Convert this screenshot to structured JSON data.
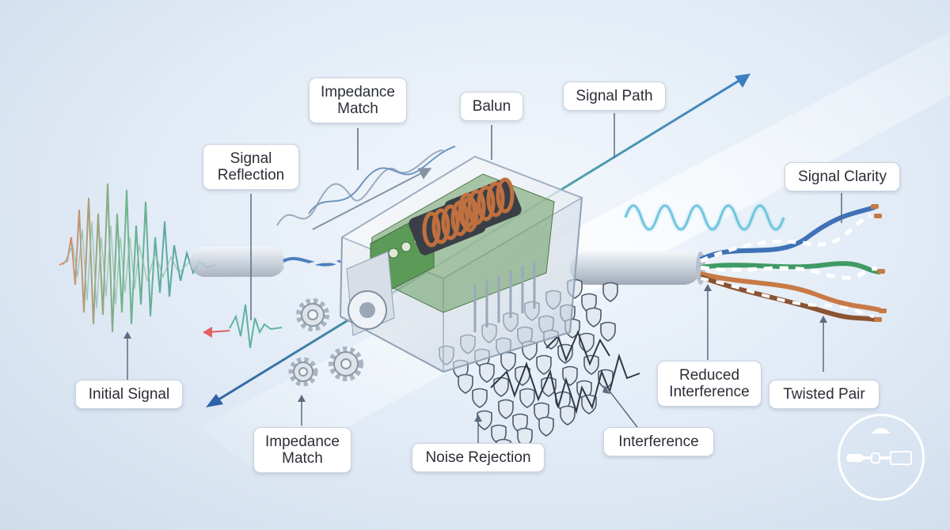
{
  "labels": {
    "impedance_match_top": [
      "Impedance",
      "Match"
    ],
    "balun": "Balun",
    "signal_path": "Signal Path",
    "signal_reflection": [
      "Signal",
      "Reflection"
    ],
    "signal_clarity": "Signal Clarity",
    "initial_signal": "Initial Signal",
    "impedance_match_bottom": [
      "Impedance",
      "Match"
    ],
    "noise_rejection": "Noise Rejection",
    "interference": "Interference",
    "reduced_interference": [
      "Reduced",
      "Interference"
    ],
    "twisted_pair": "Twisted Pair"
  },
  "colors": {
    "accent_teal": "#4aa39a",
    "coil_copper": "#c0703e",
    "pcb_green": "#5c9a58",
    "wire_blue": "#3f72b5",
    "wire_green": "#3f9a63",
    "wire_orange": "#c77a45",
    "wire_brown": "#8a5332",
    "noise_dark": "#2f3844"
  },
  "icons": [
    "gear-icon",
    "shield-icon",
    "logo-icon",
    "arrow-icon"
  ]
}
